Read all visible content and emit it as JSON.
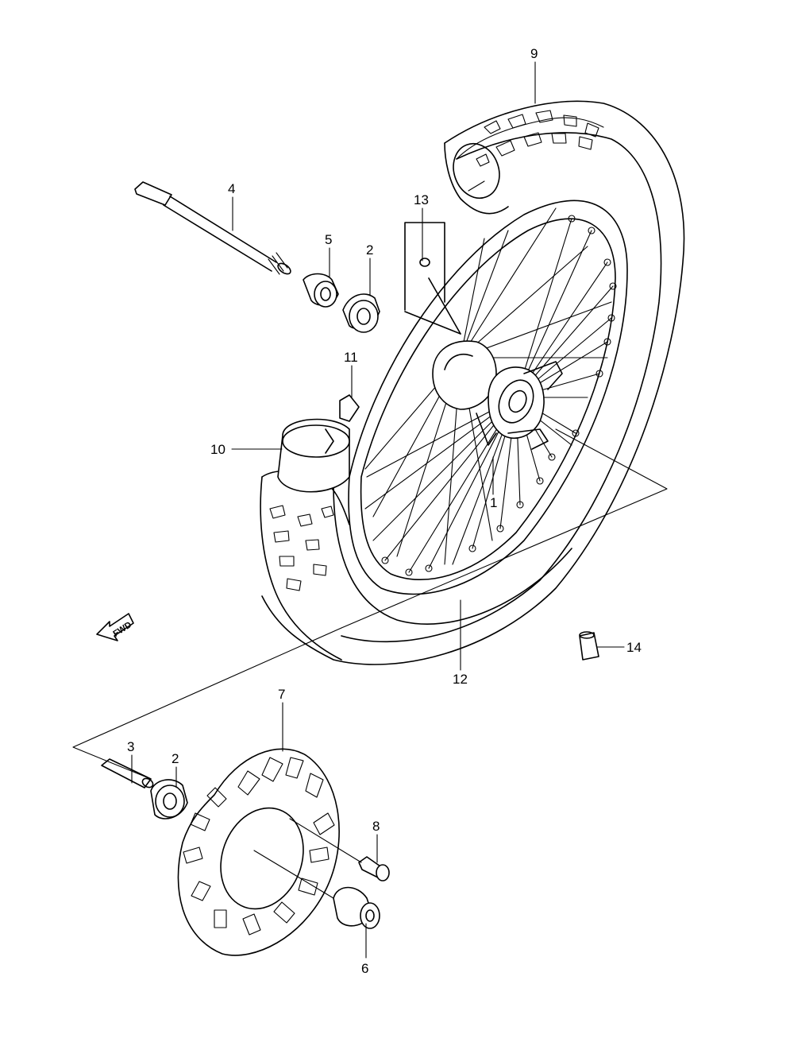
{
  "callouts": {
    "c1": "1",
    "c2a": "2",
    "c2b": "2",
    "c3": "3",
    "c4": "4",
    "c5": "5",
    "c6": "6",
    "c7": "7",
    "c8": "8",
    "c9": "9",
    "c10": "10",
    "c11": "11",
    "c12": "12",
    "c13": "13",
    "c14": "14"
  },
  "direction_arrow": {
    "label": "FWD",
    "icon": "fwd-arrow-icon"
  }
}
